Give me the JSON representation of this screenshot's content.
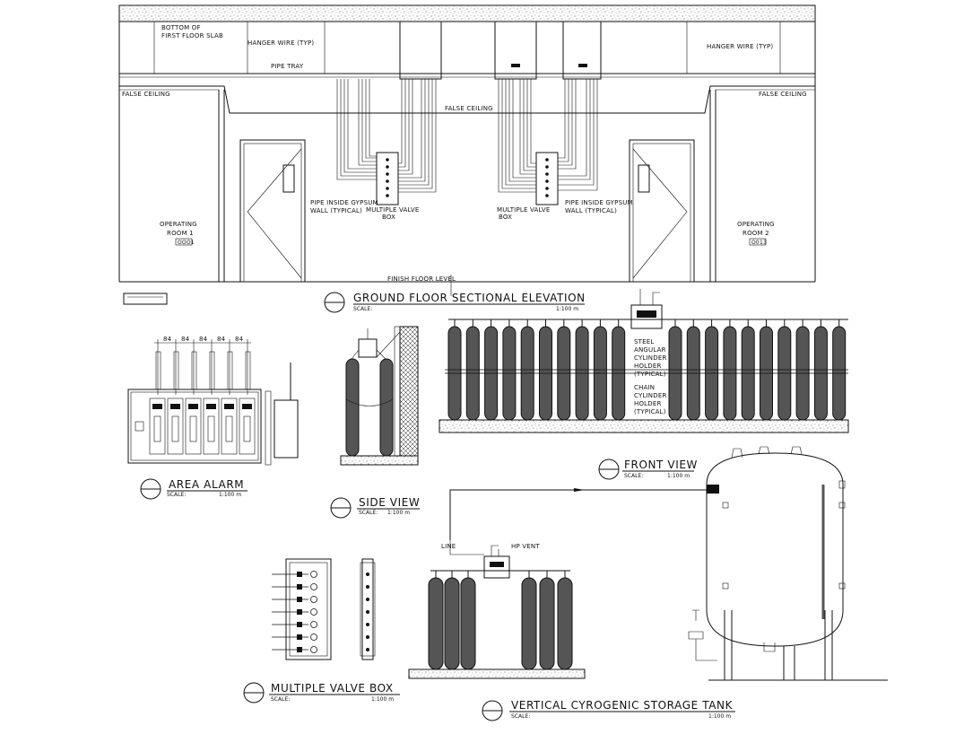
{
  "elevation": {
    "title": "GROUND FLOOR SECTIONAL ELEVATION",
    "scale_label": "SCALE:",
    "scale_value": "1:100 m",
    "slab_label_1": "BOTTOM OF",
    "slab_label_2": "FIRST FLOOR SLAB",
    "hanger_left": "HANGER WIRE (TYP)",
    "hanger_right": "HANGER WIRE (TYP)",
    "pipe_tray": "PIPE TRAY",
    "false_ceiling_left": "FALSE CEILING",
    "false_ceiling_center": "FALSE CEILING",
    "false_ceiling_right": "FALSE CEILING",
    "pipe_gypsum_left_1": "PIPE INSIDE GYPSUM",
    "pipe_gypsum_left_2": "WALL (TYPICAL)",
    "mvb_left_1": "MULTIPLE VALVE",
    "mvb_left_2": "BOX",
    "mvb_right_1": "MULTIPLE VALVE",
    "mvb_right_2": "BOX",
    "pipe_gypsum_right_1": "PIPE INSIDE GYPSUM",
    "pipe_gypsum_right_2": "WALL (TYPICAL)",
    "room1_1": "OPERATING",
    "room1_2": "ROOM 1",
    "room1_tag": "OOO1",
    "room2_1": "OPERATING",
    "room2_2": "ROOM 2",
    "room2_tag": "O013",
    "finish_floor": "FINISH FLOOR LEVEL"
  },
  "area_alarm": {
    "title": "AREA ALARM",
    "scale_label": "SCALE:",
    "scale_value": "1:100 m",
    "dims": [
      "84",
      "84",
      "84",
      "84",
      "84"
    ]
  },
  "side_view": {
    "title": "SIDE VIEW",
    "scale_label": "SCALE:",
    "scale_value": "1:100 m"
  },
  "front_view": {
    "title": "FRONT VIEW",
    "scale_label": "SCALE:",
    "scale_value": "1:100 m",
    "holder_1": "STEEL",
    "holder_2": "ANGULAR",
    "holder_3": "CYLINDER",
    "holder_4": "HOLDER",
    "holder_5": "(TYPICAL)",
    "chain_1": "CHAIN",
    "chain_2": "CYLINDER",
    "chain_3": "HOLDER",
    "chain_4": "(TYPICAL)"
  },
  "valve_box": {
    "title": "MULTIPLE VALVE BOX",
    "scale_label": "SCALE:",
    "scale_value": "1:100 m"
  },
  "tank": {
    "title": "VERTICAL CYROGENIC STORAGE TANK",
    "scale_label": "SCALE:",
    "scale_value": "1:100 m",
    "line_label": "LINE",
    "vent_label": "HP VENT"
  },
  "colors": {
    "ink": "#111111",
    "cylinder": "#555555",
    "paper": "#ffffff"
  }
}
